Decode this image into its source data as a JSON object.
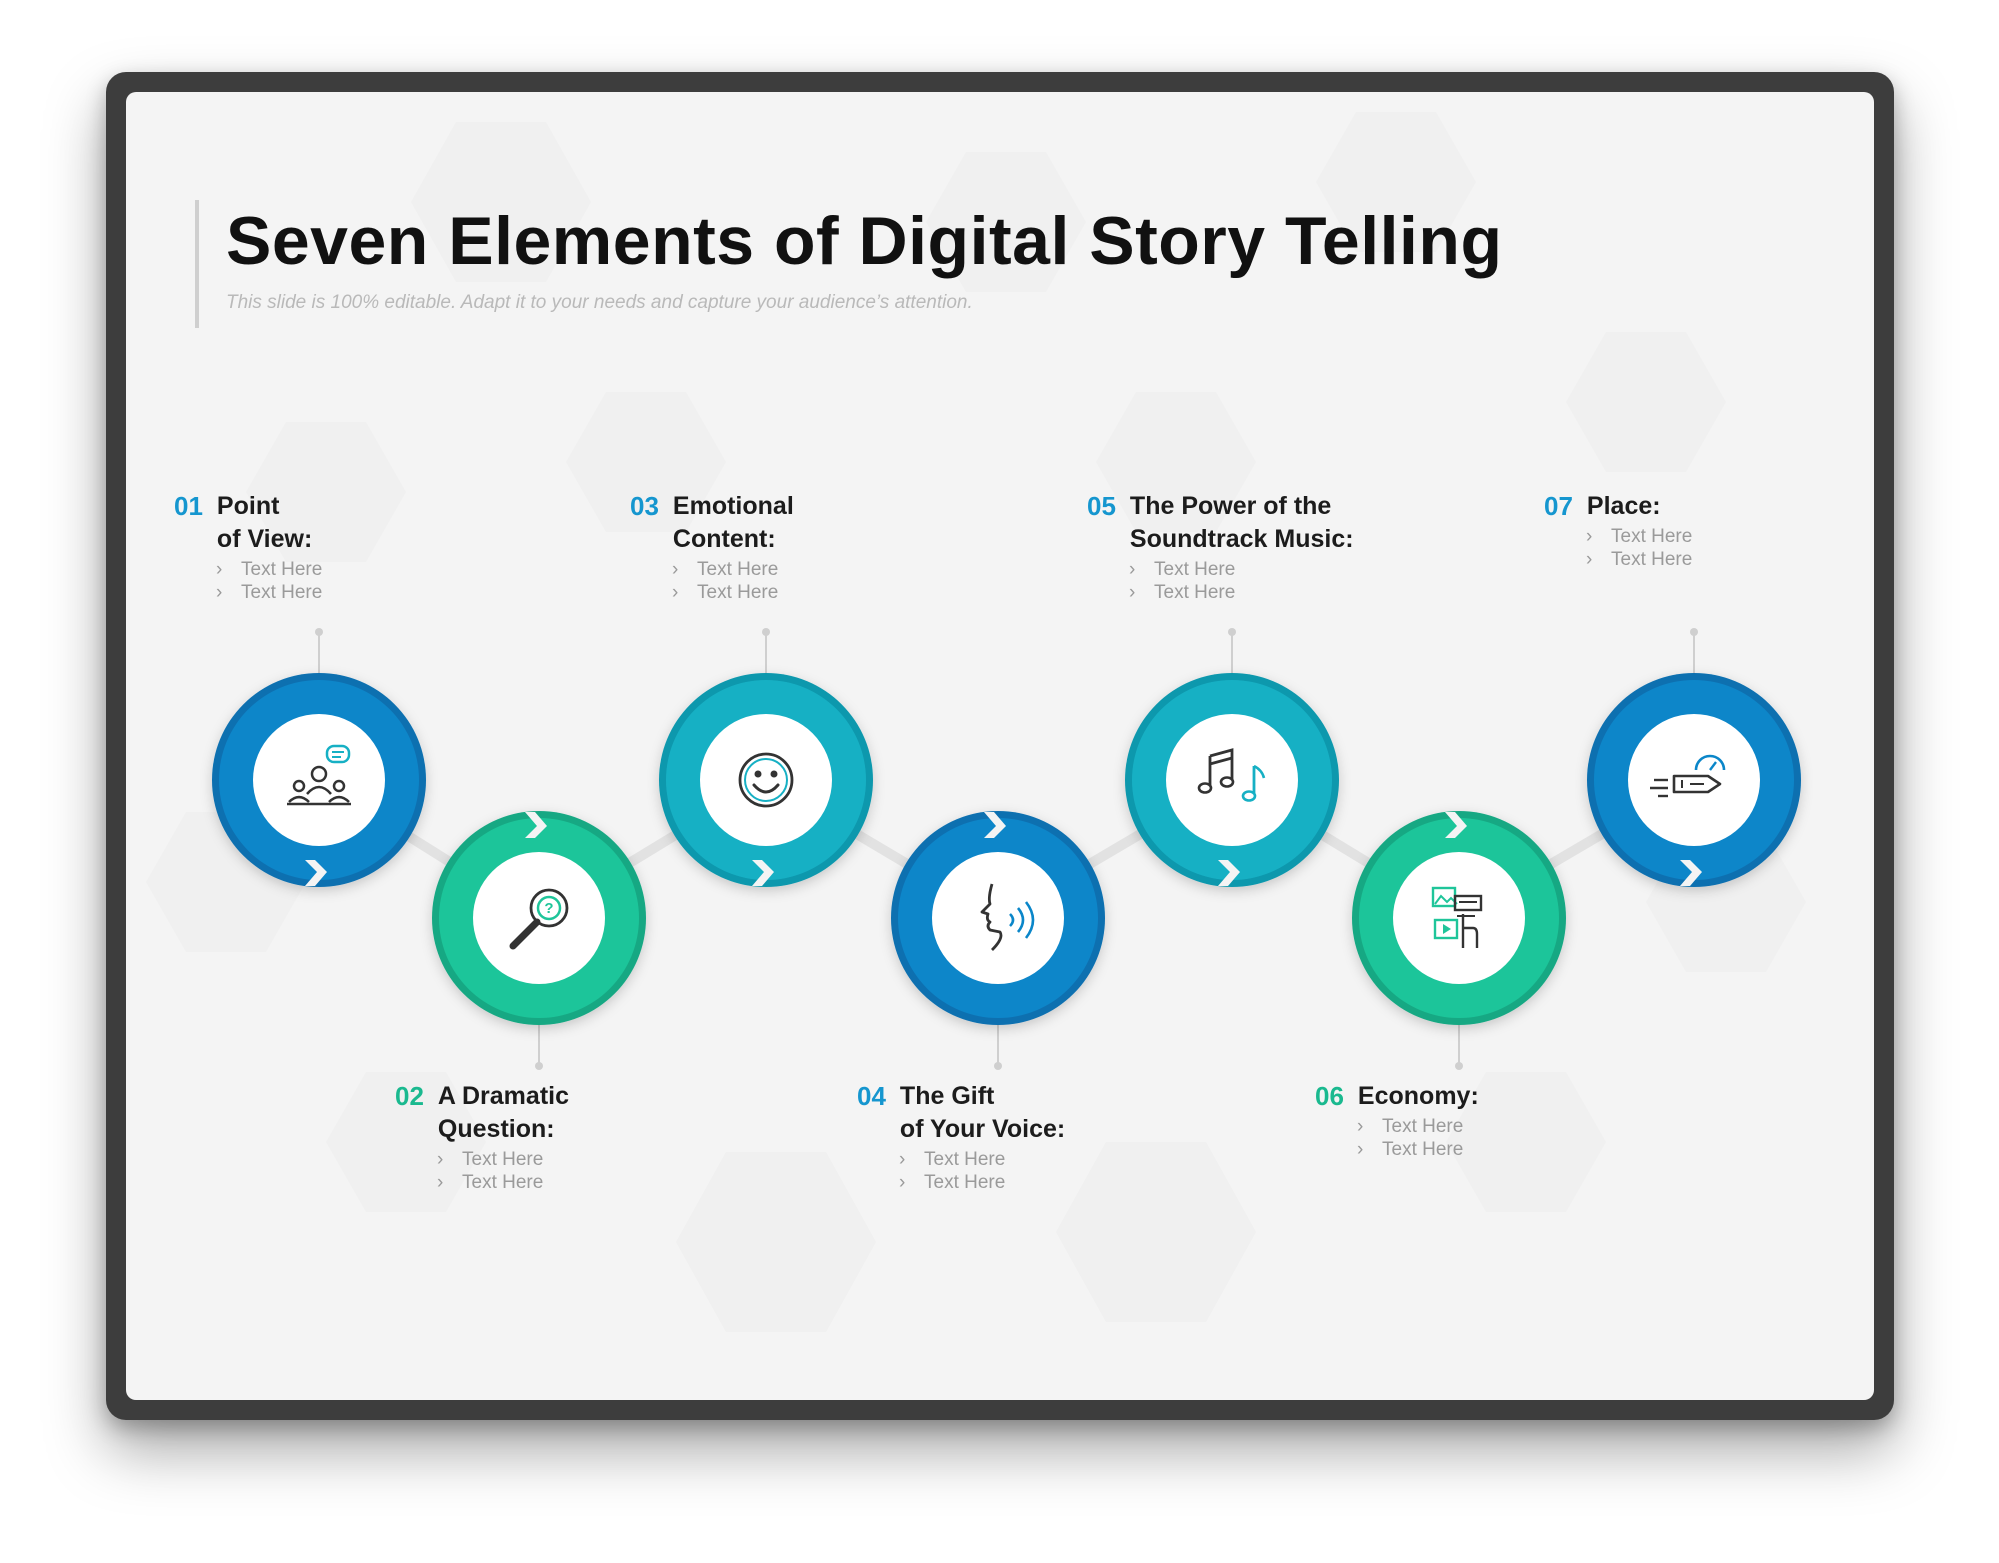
{
  "slide": {
    "title": "Seven Elements of Digital Story Telling",
    "subtitle": "This slide is 100% editable. Adapt it to your needs and capture your audience’s attention."
  },
  "colors": {
    "blue": "#0a86c9",
    "teal": "#16b0c4",
    "green": "#1fc59a",
    "number_blue": "#1596cf",
    "number_green": "#1ab98f"
  },
  "elements": [
    {
      "num": "01",
      "title": "Point\nof View:",
      "bullets": [
        "Text Here",
        "Text Here"
      ],
      "color": "blue",
      "icon": "audience-speaker-icon"
    },
    {
      "num": "02",
      "title": "A Dramatic\nQuestion:",
      "bullets": [
        "Text Here",
        "Text Here"
      ],
      "color": "green",
      "icon": "magnifier-question-icon"
    },
    {
      "num": "03",
      "title": "Emotional\nContent:",
      "bullets": [
        "Text Here",
        "Text Here"
      ],
      "color": "teal",
      "icon": "smiley-face-icon"
    },
    {
      "num": "04",
      "title": "The Gift\nof Your Voice:",
      "bullets": [
        "Text Here",
        "Text Here"
      ],
      "color": "blue",
      "icon": "speaking-face-icon"
    },
    {
      "num": "05",
      "title": "The Power of the\nSoundtrack Music:",
      "bullets": [
        "Text Here",
        "Text Here"
      ],
      "color": "teal",
      "icon": "music-notes-icon"
    },
    {
      "num": "06",
      "title": "Economy:",
      "bullets": [
        "Text Here",
        "Text Here"
      ],
      "color": "green",
      "icon": "digital-media-icon"
    },
    {
      "num": "07",
      "title": "Place:",
      "bullets": [
        "Text Here",
        "Text Here"
      ],
      "color": "blue",
      "icon": "rocket-speed-icon"
    }
  ]
}
